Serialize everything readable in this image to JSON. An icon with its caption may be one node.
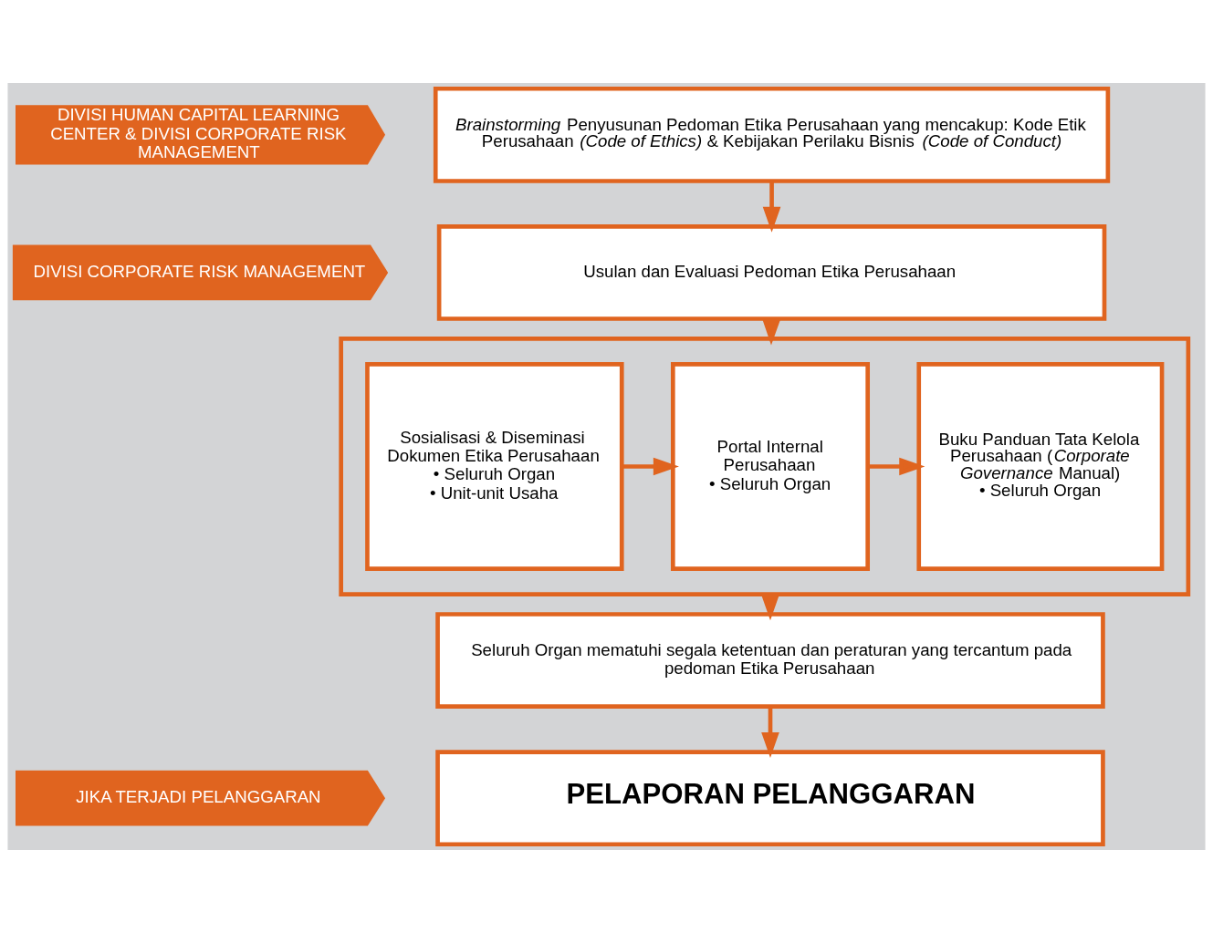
{
  "diagram": {
    "nodes": [
      {
        "text": [
          "DIVISI HUMAN CAPITAL LEARNING CENTER & DIVISI CORPORATE RISK MANAGEMENT"
        ]
      },
      {
        "text": [
          "*Brainstorming* Penyusunan Pedoman Etika Perusahaan yang mencakup: Kode Etik Perusahaan *(Code of Ethics)* & Kebijakan Perilaku Bisnis *(Code of Conduct)*"
        ]
      },
      {
        "text": [
          "DIVISI CORPORATE RISK MANAGEMENT"
        ]
      },
      {
        "text": [
          "Usulan dan Evaluasi Pedoman Etika Perusahaan"
        ]
      },
      {
        "text": [],
        "shape": "box"
      },
      {
        "text": [
          "Sosialisasi & Diseminasi Dokumen Etika Perusahaan",
          "• Seluruh Organ",
          "• Unit-unit Usaha"
        ],
        "in": 4
      },
      {
        "text": [
          "Portal Internal Perusahaan",
          "• Seluruh Organ"
        ],
        "in": 4
      },
      {
        "text": [
          "Buku Panduan Tata Kelola Perusahaan (*Corporate Governance* Manual)",
          "• Seluruh Organ"
        ],
        "in": 4
      },
      {
        "text": [
          "Seluruh Organ mematuhi segala ketentuan dan peraturan yang tercantum pada pedoman Etika Perusahaan"
        ]
      },
      {
        "text": [
          "JIKA TERJADI PELANGGARAN"
        ]
      },
      {
        "text": [
          "PELAPORAN PELANGGARAN"
        ]
      }
    ],
    "edges": [
      {
        "from": 1,
        "to": 3,
        "arrow": "to"
      },
      {
        "from": 3,
        "to": 4,
        "arrow": "to"
      },
      {
        "from": 5,
        "to": 6,
        "arrow": "to"
      },
      {
        "from": 6,
        "to": 7,
        "arrow": "to"
      },
      {
        "from": 4,
        "to": 8,
        "arrow": "to"
      },
      {
        "from": 8,
        "to": 10,
        "arrow": "to"
      }
    ]
  }
}
